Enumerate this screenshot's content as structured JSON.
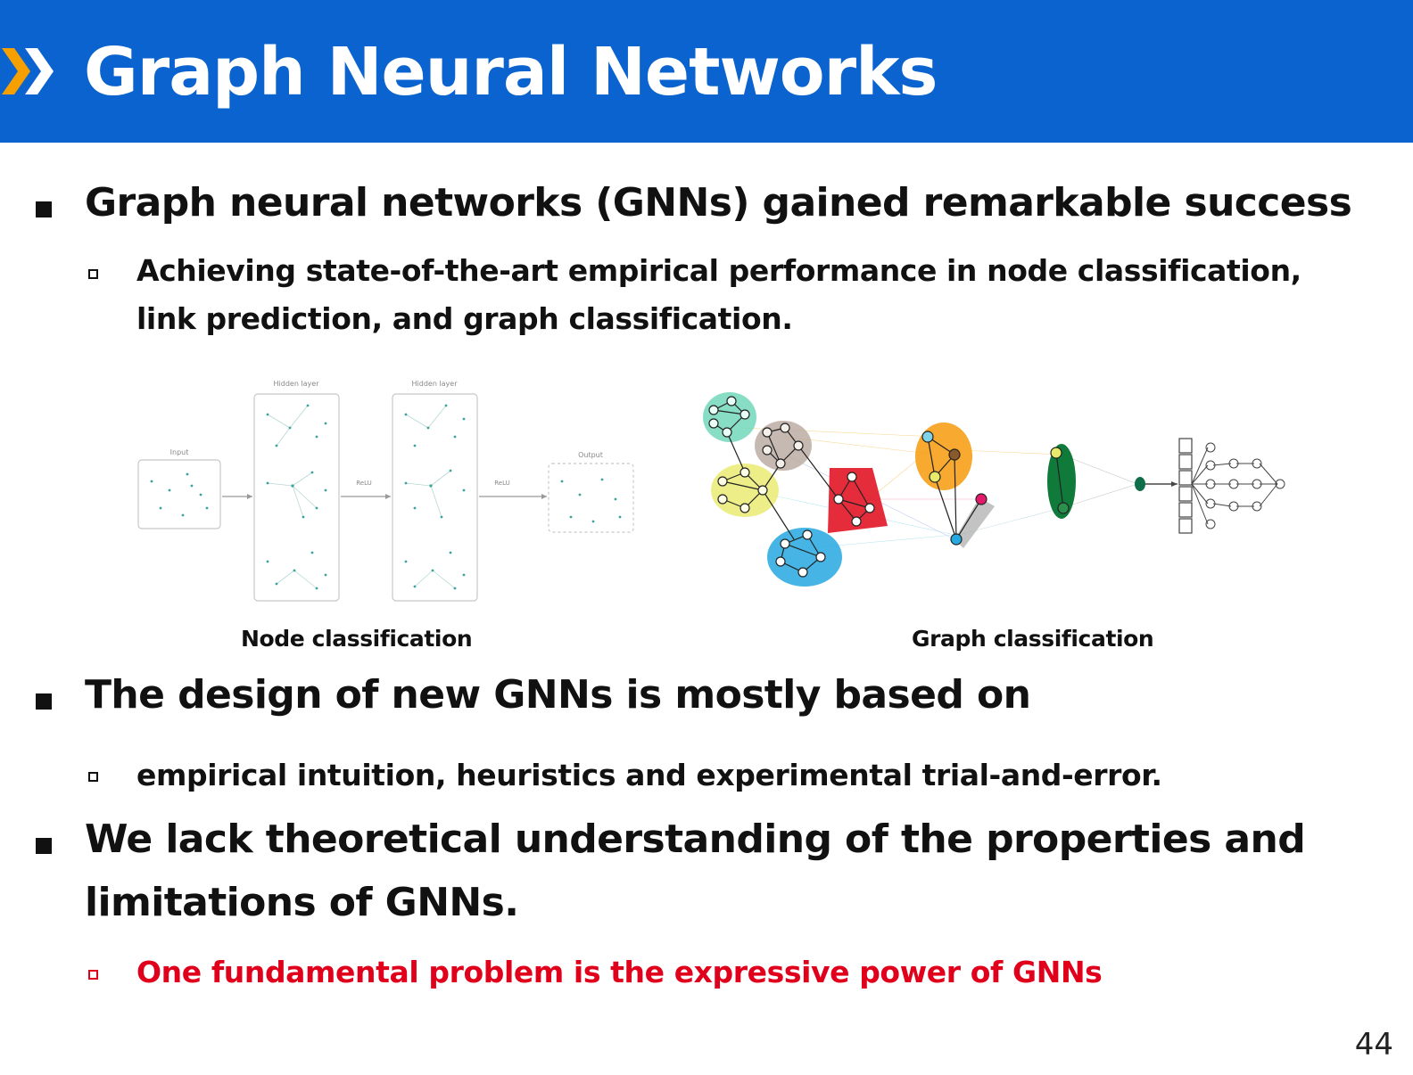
{
  "slide": {
    "title": "Graph Neural Networks",
    "page_number": "44",
    "colors": {
      "header": "#0a63cf",
      "chevron": "#f5a000",
      "highlight": "#e0001b"
    }
  },
  "bullets": [
    {
      "text": "Graph neural networks (GNNs) gained remarkable success",
      "sub": [
        "Achieving state-of-the-art empirical performance in node classification,",
        "link prediction, and graph classification."
      ]
    },
    {
      "text": "The design of new GNNs is mostly based on",
      "sub": [
        "empirical intuition, heuristics and experimental trial-and-error."
      ]
    },
    {
      "text": [
        "We lack theoretical understanding of the properties and",
        "limitations of GNNs."
      ],
      "sub": [
        "One fundamental problem is the expressive power of GNNs"
      ]
    }
  ],
  "figures": {
    "node": {
      "caption": "Node classification",
      "labels": {
        "input": "Input",
        "hidden1": "Hidden layer",
        "hidden2": "Hidden layer",
        "relu1": "ReLU",
        "relu2": "ReLU",
        "output": "Output"
      }
    },
    "graph": {
      "caption": "Graph classification"
    }
  }
}
